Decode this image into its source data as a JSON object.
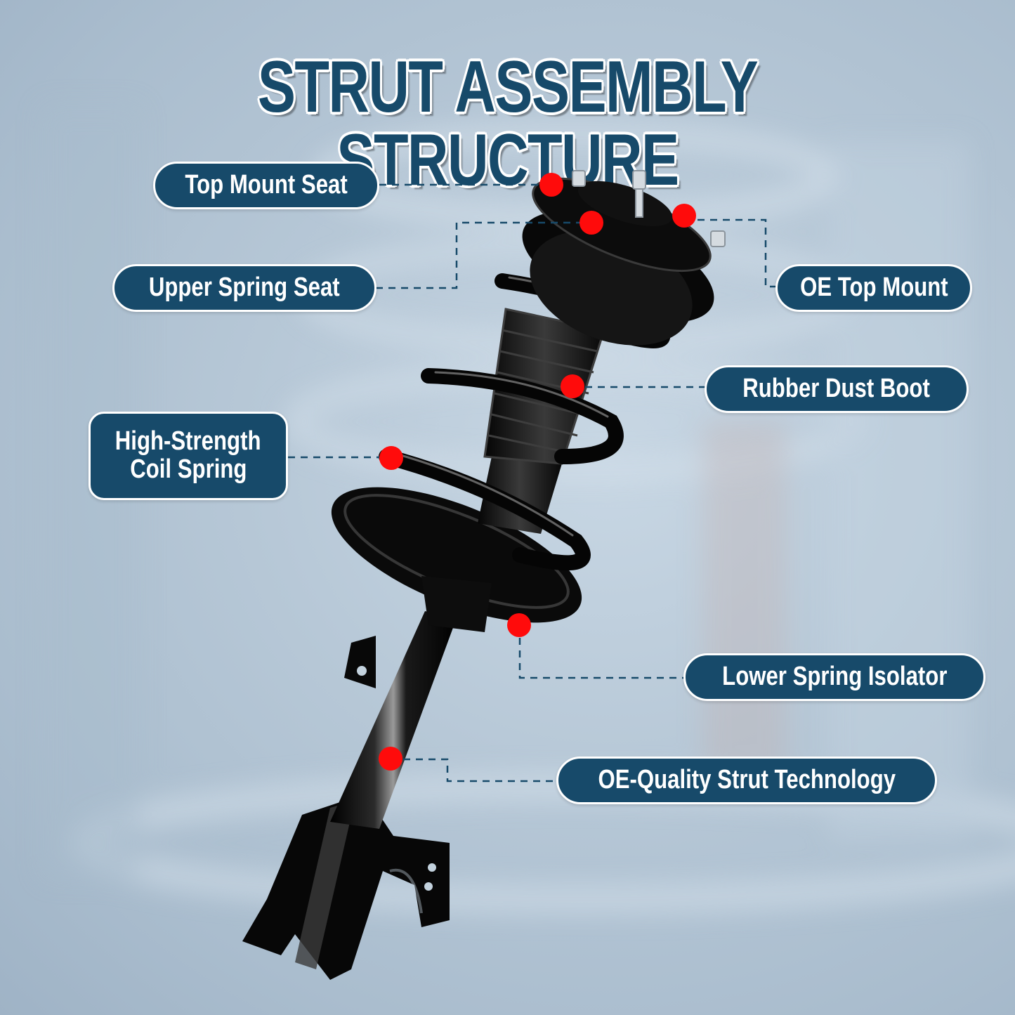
{
  "title": "STRUT ASSEMBLY STRUCTURE",
  "colors": {
    "label_bg": "#174a6a",
    "label_border": "#ffffff",
    "label_text": "#ffffff",
    "title_text": "#174a6a",
    "connector": "#174a6a",
    "marker": "#ff0000",
    "background": "#b7c8d7",
    "part": "#0b0b0b"
  },
  "callouts": [
    {
      "id": "top-mount-seat",
      "label": "Top Mount Seat",
      "side": "left"
    },
    {
      "id": "upper-spring-seat",
      "label": "Upper Spring Seat",
      "side": "left"
    },
    {
      "id": "oe-top-mount",
      "label": "OE Top Mount",
      "side": "right"
    },
    {
      "id": "rubber-dust-boot",
      "label": "Rubber Dust Boot",
      "side": "right"
    },
    {
      "id": "coil-spring",
      "label_line1": "High-Strength",
      "label_line2": "Coil Spring",
      "side": "left"
    },
    {
      "id": "lower-spring-isolator",
      "label": "Lower Spring Isolator",
      "side": "right"
    },
    {
      "id": "strut-technology",
      "label": "OE-Quality Strut Technology",
      "side": "right"
    }
  ]
}
